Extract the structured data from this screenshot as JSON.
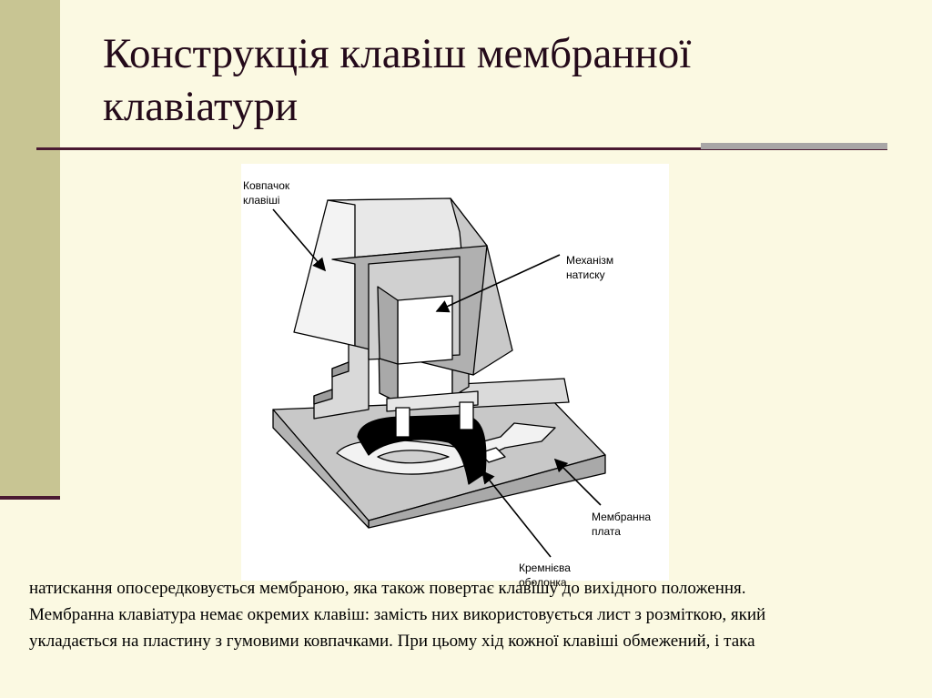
{
  "slide": {
    "title": "Конструкція клавіш мембранної клавіатури"
  },
  "figure": {
    "labels": {
      "keycap": [
        "Ковпачок",
        "клавіші"
      ],
      "mechanism": [
        "Механізм",
        "натиску"
      ],
      "membrane": [
        "Мембранна",
        "плата"
      ],
      "silicone": [
        "Кремнієва",
        "оболонка"
      ]
    }
  },
  "body": {
    "lines": [
      "натискання опосередковується мембраною, яка також повертає клавішу до вихідного положення.",
      "Мембранна клавіатура  немає окремих клавіш: замість них використовується лист з розміткою, який",
      "укладається на пластину з гумовими ковпачками. При цьому хід кожної клавіші обмежений, і така"
    ]
  },
  "colors": {
    "background": "#fbf9e2",
    "side_bar": "#c8c593",
    "accent_dark": "#4a1a32",
    "title_text": "#240a1a"
  }
}
